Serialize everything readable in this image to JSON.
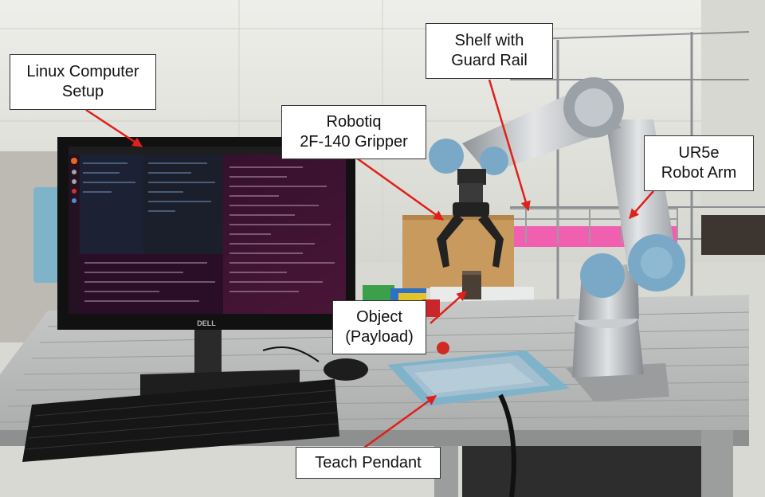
{
  "colors": {
    "annotation_arrow": "#e0201b",
    "label_background": "#ffffff",
    "label_border": "#333333",
    "wall": "#e4e4e0",
    "workbench": "#b7b9b8",
    "monitor_screen": "#3b1030",
    "teach_pendant": "#7fb3c9",
    "robot_joint_cap": "#7aa9c7",
    "shelf_pink": "#f05fb0"
  },
  "labels": {
    "linux": {
      "line1": "Linux Computer",
      "line2": "Setup"
    },
    "shelf": {
      "line1": "Shelf with",
      "line2": "Guard Rail"
    },
    "gripper": {
      "line1": "Robotiq",
      "line2": "2F-140 Gripper"
    },
    "ur5e": {
      "line1": "UR5e",
      "line2": "Robot Arm"
    },
    "object": {
      "line1": "Object",
      "line2": "(Payload)"
    },
    "pendant": {
      "line1": "Teach Pendant"
    }
  },
  "monitor": {
    "brand": "DELL"
  }
}
